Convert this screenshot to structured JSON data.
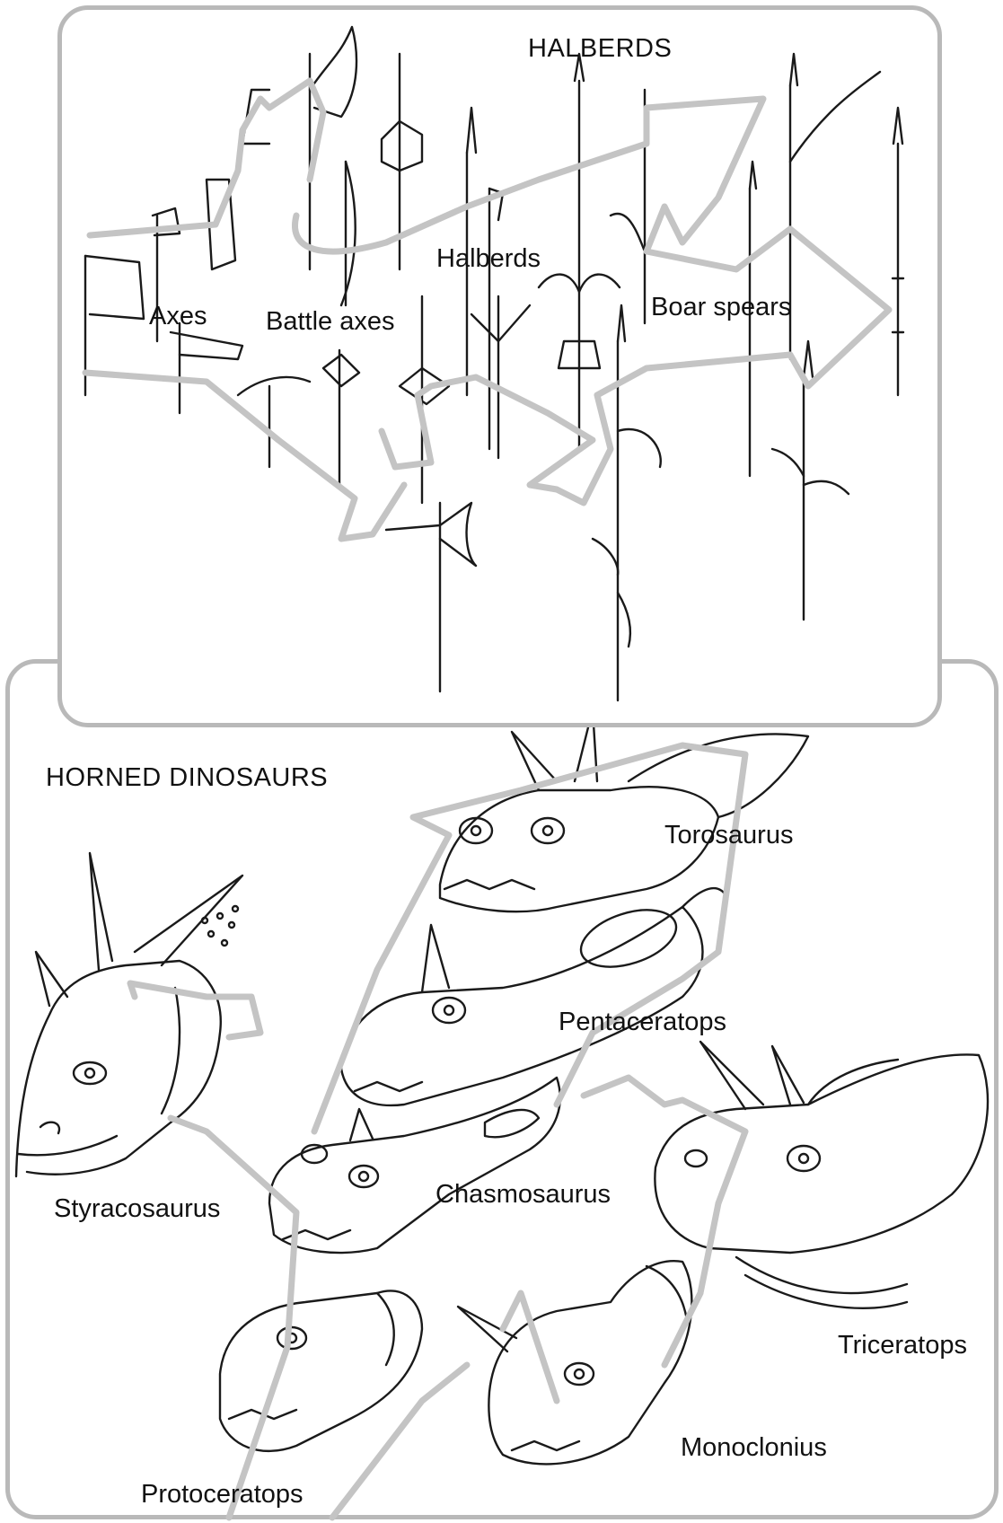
{
  "halberds_panel": {
    "title": "HALBERDS",
    "labels": {
      "axes": "Axes",
      "battle_axes": "Battle axes",
      "halberds": "Halberds",
      "boar_spears": "Boar spears"
    }
  },
  "dinosaurs_panel": {
    "title": "HORNED DINOSAURS",
    "labels": {
      "torosaurus": "Torosaurus",
      "pentaceratops": "Pentaceratops",
      "styracosaurus": "Styracosaurus",
      "chasmosaurus": "Chasmosaurus",
      "triceratops": "Triceratops",
      "monoclonius": "Monoclonius",
      "protoceratops": "Protoceratops"
    }
  },
  "colors": {
    "panel_border": "#b9b9b9",
    "arrow_stroke": "#c4c4c4",
    "line_art": "#1a1a1a"
  }
}
